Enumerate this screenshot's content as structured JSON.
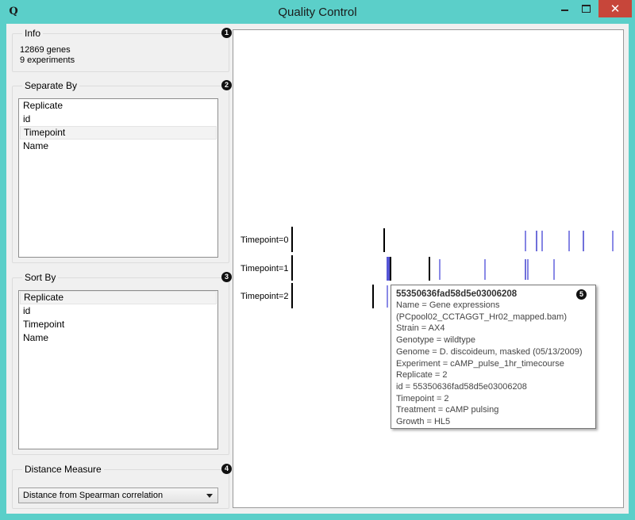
{
  "window": {
    "title": "Quality Control",
    "app_icon": "Q",
    "close_glyph": "✕"
  },
  "info": {
    "title": "Info",
    "badge": "1",
    "genes": "12869 genes",
    "experiments": "9 experiments"
  },
  "separate_by": {
    "title": "Separate By",
    "badge": "2",
    "items": [
      "Replicate",
      "id",
      "Timepoint",
      "Name"
    ],
    "selected": "Timepoint"
  },
  "sort_by": {
    "title": "Sort By",
    "badge": "3",
    "items": [
      "Replicate",
      "id",
      "Timepoint",
      "Name"
    ],
    "selected": "Replicate"
  },
  "distance": {
    "title": "Distance Measure",
    "badge": "4",
    "value": "Distance from Spearman correlation"
  },
  "plot": {
    "rows": [
      "Timepoint=0",
      "Timepoint=1",
      "Timepoint=2"
    ],
    "mark_color": "#7b7be0",
    "reference_color": "#000000"
  },
  "tooltip": {
    "badge": "5",
    "id": "55350636fad58d5e03006208",
    "lines": [
      "Name = Gene expressions",
      "(PCpool02_CCTAGGT_Hr02_mapped.bam)",
      "Strain = AX4",
      "Genotype = wildtype",
      "Genome = D. discoideum, masked (05/13/2009)",
      "Experiment = cAMP_pulse_1hr_timecourse",
      "Replicate = 2",
      "id = 55350636fad58d5e03006208",
      "Timepoint = 2",
      "Treatment = cAMP pulsing",
      "Growth = HL5"
    ]
  }
}
